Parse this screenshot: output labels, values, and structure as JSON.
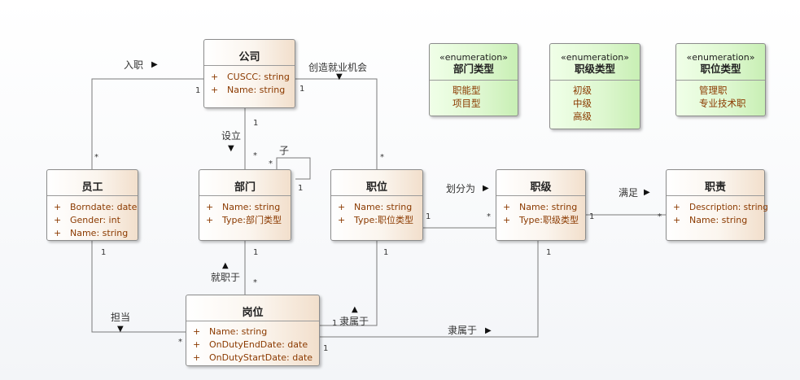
{
  "classes": {
    "company": {
      "name": "公司",
      "attrs": [
        "CUSCC: string",
        "Name: string"
      ]
    },
    "employee": {
      "name": "员工",
      "attrs": [
        "Borndate: date",
        "Gender: int",
        "Name: string"
      ]
    },
    "department": {
      "name": "部门",
      "attrs": [
        "Name: string",
        "Type:部门类型"
      ]
    },
    "position": {
      "name": "职位",
      "attrs": [
        "Name: string",
        "Type:职位类型"
      ]
    },
    "level": {
      "name": "职级",
      "attrs": [
        "Name: string",
        "Type:职级类型"
      ]
    },
    "duty": {
      "name": "职责",
      "attrs": [
        "Description: string",
        "Name: string"
      ]
    },
    "post": {
      "name": "岗位",
      "attrs": [
        "Name: string",
        "OnDutyEndDate: date",
        "OnDutyStartDate: date"
      ]
    }
  },
  "visibility_marker": "+",
  "enumerations": [
    {
      "stereotype": "«enumeration»",
      "name": "部门类型",
      "literals": [
        "职能型",
        "项目型"
      ]
    },
    {
      "stereotype": "«enumeration»",
      "name": "职级类型",
      "literals": [
        "初级",
        "中级",
        "高级"
      ]
    },
    {
      "stereotype": "«enumeration»",
      "name": "职位类型",
      "literals": [
        "管理职",
        "专业技术职"
      ]
    }
  ],
  "associations": {
    "join": {
      "label": "入职",
      "mult_company": "1",
      "mult_employee": "*"
    },
    "create_jobs": {
      "label": "创造就业机会",
      "mult_company": "1",
      "mult_position": "*"
    },
    "establish": {
      "label": "设立",
      "mult_company": "1",
      "mult_department": "*"
    },
    "child": {
      "label": "子",
      "mult_a": "*",
      "mult_b": "1"
    },
    "divide": {
      "label": "划分为",
      "mult_position": "1",
      "mult_level": "*"
    },
    "satisfy": {
      "label": "满足",
      "mult_level": "1",
      "mult_duty": "*"
    },
    "work_in": {
      "label": "就职于",
      "mult_department": "1",
      "mult_post": "*"
    },
    "serve": {
      "label": "担当",
      "mult_employee": "1",
      "mult_post": "*"
    },
    "belong_position": {
      "label": "隶属于",
      "mult_position": "1",
      "mult_post": "1"
    },
    "belong_level": {
      "label": "隶属于",
      "mult_level": "1",
      "mult_post": "1"
    }
  }
}
